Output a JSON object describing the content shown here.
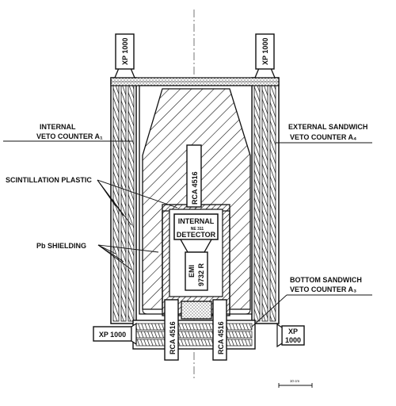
{
  "labels": {
    "internal_veto_line1": "INTERNAL",
    "internal_veto_line2": "VETO  COUNTER A₁",
    "external_sandwich_line1": "EXTERNAL SANDWICH",
    "external_sandwich_line2": "VETO COUNTER A₄",
    "scintillation_plastic": "SCINTILLATION PLASTIC",
    "pb_shielding": "Pb   SHIELDING",
    "bottom_sandwich_line1": "BOTTOM SANDWICH",
    "bottom_sandwich_line2": "VETO COUNTER  A₃",
    "internal_detector_line1": "INTERNAL",
    "internal_detector_line2": "NE  311",
    "internal_detector_line3": "DETECTOR",
    "emi_line1": "EMI",
    "emi_line2": "9732 R",
    "rca_top": "RCA  4516",
    "rca_bottom_left": "RCA  4516",
    "rca_bottom_right": "RCA  4516",
    "xp_top_left": "XP 1000",
    "xp_top_right": "XP 1000",
    "xp_bottom_left": "XP 1000",
    "xp_bottom_right_line1": "XP",
    "xp_bottom_right_line2": "1000",
    "scale": "10 cm"
  }
}
